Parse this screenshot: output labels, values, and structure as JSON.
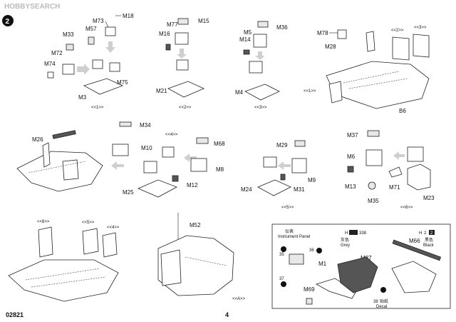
{
  "header": {
    "watermark": "HOBBYSEARCH",
    "step_number": "2"
  },
  "footer": {
    "code": "02821",
    "page_number": "4"
  },
  "sub_assemblies": {
    "s1": "<<1>>",
    "s2": "<<2>>",
    "s3": "<<3>>",
    "s4": "<<4>>",
    "s5": "<<5>>",
    "s6": "<<6>>",
    "sA": "<<A>>"
  },
  "parts": {
    "M18": "M18",
    "M73": "M73",
    "M57": "M57",
    "M33": "M33",
    "M72": "M72",
    "M74": "M74",
    "M75": "M75",
    "M3": "M3",
    "M77": "M77",
    "M15": "M15",
    "M16": "M16",
    "M21": "M21",
    "M5": "M5",
    "M36": "M36",
    "M14": "M14",
    "M4": "M4",
    "M78": "M78",
    "M28": "M28",
    "B6": "B6",
    "M26": "M26",
    "M34": "M34",
    "M10": "M10",
    "M68": "M68",
    "M8": "M8",
    "M25": "M25",
    "M12": "M12",
    "M29": "M29",
    "M9": "M9",
    "M24": "M24",
    "M31": "M31",
    "M37": "M37",
    "M6": "M6",
    "M13": "M13",
    "M71": "M71",
    "M35": "M35",
    "M23": "M23",
    "M52": "M52",
    "M1": "M1",
    "M69": "M69",
    "M87": "M87",
    "M66": "M66"
  },
  "instrument_panel": {
    "title_cn": "仪表",
    "title_en": "Instrument Panel",
    "decal_35": "35",
    "decal_36": "36",
    "decal_37": "37",
    "decal_38": "38",
    "decal_cn": "贴纸",
    "decal_en": "Decal",
    "grey_code": "H",
    "grey_num": "338",
    "grey_cn": "灰色",
    "grey_en": "Grey",
    "black_code": "H",
    "black_num": "2",
    "black_box": "2",
    "black_cn": "黑色",
    "black_en": "Black"
  },
  "colors": {
    "arrow_grey": "#cfcfcf",
    "line": "#222222"
  }
}
